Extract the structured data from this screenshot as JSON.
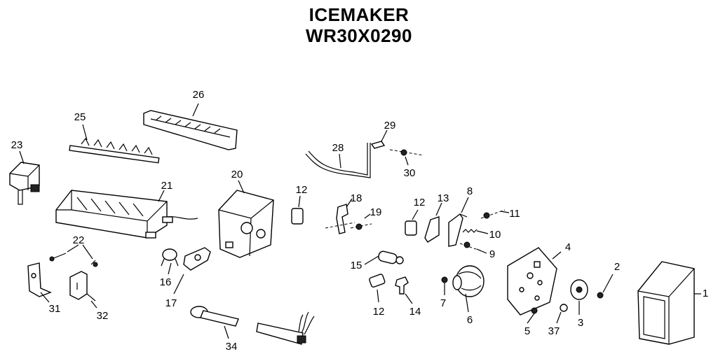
{
  "title": {
    "line1": "ICEMAKER",
    "line2": "WR30X0290"
  },
  "parts": [
    {
      "id": "p1",
      "label": "1"
    },
    {
      "id": "p2",
      "label": "2"
    },
    {
      "id": "p3",
      "label": "3"
    },
    {
      "id": "p4",
      "label": "4"
    },
    {
      "id": "p5",
      "label": "5"
    },
    {
      "id": "p6",
      "label": "6"
    },
    {
      "id": "p7",
      "label": "7"
    },
    {
      "id": "p8",
      "label": "8"
    },
    {
      "id": "p9",
      "label": "9"
    },
    {
      "id": "p10",
      "label": "10"
    },
    {
      "id": "p11",
      "label": "11"
    },
    {
      "id": "p12a",
      "label": "12"
    },
    {
      "id": "p12b",
      "label": "12"
    },
    {
      "id": "p12c",
      "label": "12"
    },
    {
      "id": "p13",
      "label": "13"
    },
    {
      "id": "p14",
      "label": "14"
    },
    {
      "id": "p15",
      "label": "15"
    },
    {
      "id": "p16",
      "label": "16"
    },
    {
      "id": "p17",
      "label": "17"
    },
    {
      "id": "p18",
      "label": "18"
    },
    {
      "id": "p19",
      "label": "19"
    },
    {
      "id": "p20",
      "label": "20"
    },
    {
      "id": "p21",
      "label": "21"
    },
    {
      "id": "p22",
      "label": "22"
    },
    {
      "id": "p23",
      "label": "23"
    },
    {
      "id": "p25",
      "label": "25"
    },
    {
      "id": "p26",
      "label": "26"
    },
    {
      "id": "p28",
      "label": "28"
    },
    {
      "id": "p29",
      "label": "29"
    },
    {
      "id": "p30",
      "label": "30"
    },
    {
      "id": "p31",
      "label": "31"
    },
    {
      "id": "p32",
      "label": "32"
    },
    {
      "id": "p34",
      "label": "34"
    },
    {
      "id": "p37",
      "label": "37"
    }
  ]
}
